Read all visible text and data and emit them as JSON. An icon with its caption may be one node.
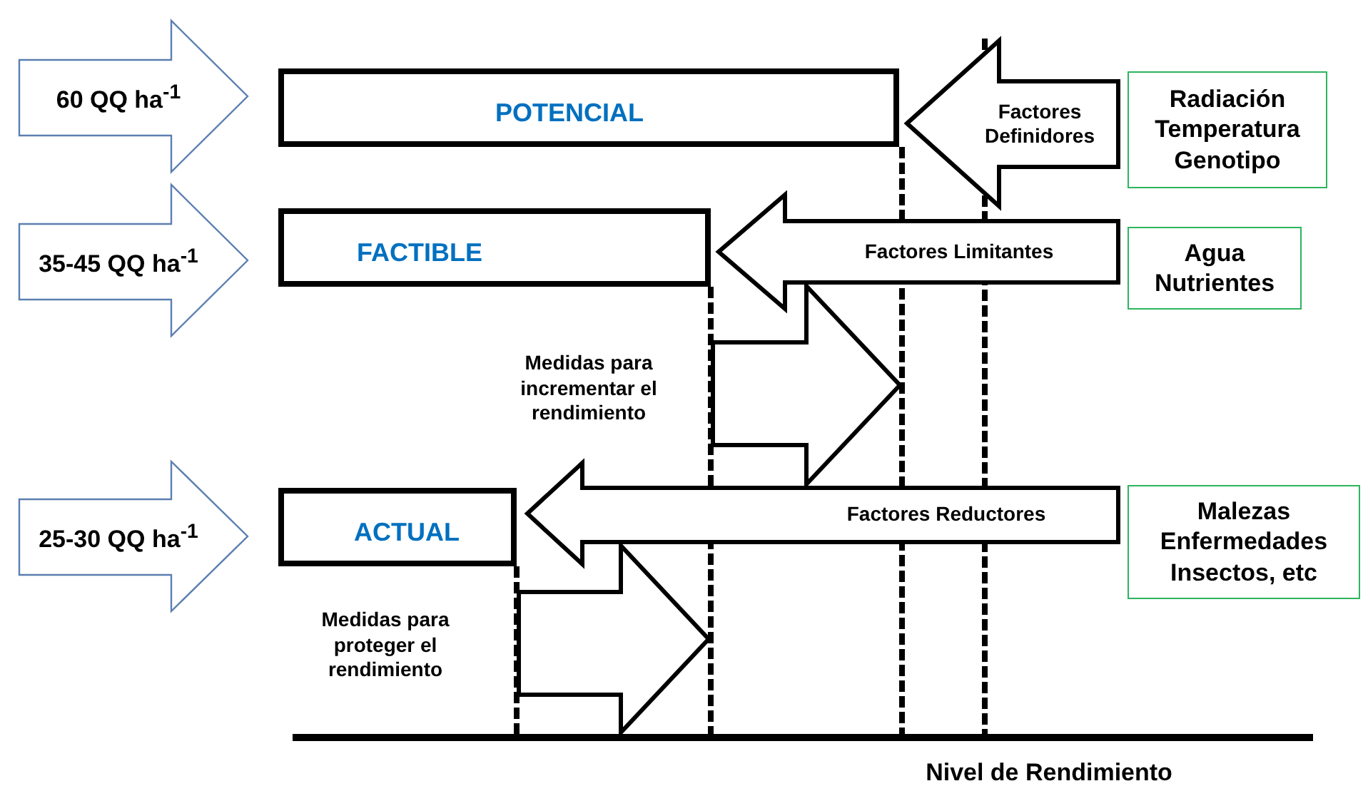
{
  "diagram": {
    "nodes": [
      {
        "text": [
          "60 QQ ha$^{-1}$"
        ]
      },
      {
        "text": [
          "POTENCIAL"
        ]
      },
      {
        "text": [
          "Factores Definidores"
        ]
      },
      {
        "text": [
          "Radiación Temperatura Genotipo"
        ]
      },
      {
        "text": [
          "35-45 QQ ha$^{-1}$"
        ]
      },
      {
        "text": [
          "FACTIBLE"
        ]
      },
      {
        "text": [
          "Factores Limitantes"
        ]
      },
      {
        "text": [
          "Agua Nutrientes"
        ]
      },
      {
        "text": [],
        "shape": "arrow",
        "beside": [
          "Medidas para incrementar el rendimiento"
        ]
      },
      {
        "text": [
          "25-30 QQ ha$^{-1}$"
        ]
      },
      {
        "text": [
          "ACTUAL"
        ]
      },
      {
        "text": [
          "Factores Reductores"
        ]
      },
      {
        "text": [
          "Malezas Enfermedades Insectos, etc"
        ]
      },
      {
        "text": [],
        "shape": "arrow",
        "beside": [
          "Medidas para proteger el rendimiento"
        ]
      }
    ],
    "edges": [],
    "labels": [
      "Nivel de Rendimiento"
    ]
  }
}
